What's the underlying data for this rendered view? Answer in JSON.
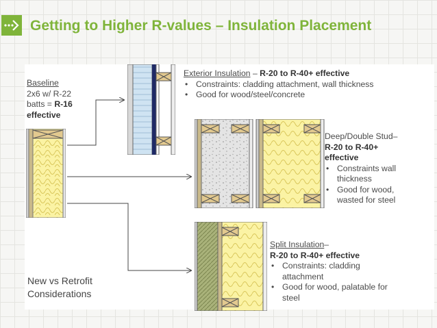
{
  "header": {
    "title": "Getting to Higher R-values – Insulation Placement",
    "accent_color": "#7fb43a",
    "icon": "arrow-right-icon"
  },
  "baseline": {
    "label": "Baseline",
    "line1": "2x6 w/ R-22",
    "line2_prefix": "batts = ",
    "line2_bold": "R-16",
    "line3_bold": "effective"
  },
  "exterior": {
    "label": "Exterior Insulation",
    "separator": " – ",
    "value": "R-20 to R-40+ effective",
    "bullets": [
      "Constraints: cladding attachment, wall thickness",
      "Good for wood/steel/concrete"
    ]
  },
  "deep": {
    "label": "Deep/Double Stud",
    "separator": "–",
    "value_line1": "R-20 to R-40+",
    "value_line2": "effective",
    "bullets": [
      [
        "Constraints wall",
        "thickness"
      ],
      [
        "Good for wood,",
        "wasted for steel"
      ]
    ]
  },
  "split": {
    "label": "Split Insulation",
    "separator": "–",
    "value": "R-20 to R-40+ effective",
    "bullets": [
      [
        "Constraints: cladding",
        "attachment"
      ],
      [
        "Good for wood, palatable for",
        "steel"
      ]
    ]
  },
  "footer_note": {
    "line1": "New vs Retrofit",
    "line2": "Considerations"
  }
}
